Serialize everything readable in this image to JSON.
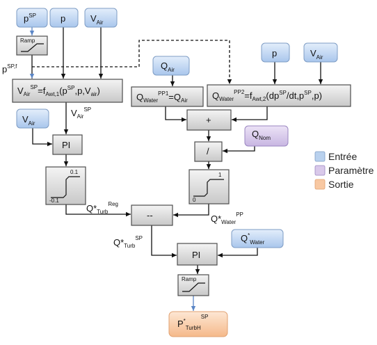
{
  "inputs": {
    "p_sp": {
      "main": "p",
      "sup": "SP"
    },
    "p": "p",
    "v_air": {
      "main": "V",
      "sub": "Air"
    },
    "q_air": {
      "main": "Q",
      "sub": "Air"
    },
    "q_water_star": {
      "main": "Q",
      "sup": "*",
      "sub": "Water"
    }
  },
  "params": {
    "q_nom": {
      "main": "Q",
      "sub": "Nom"
    }
  },
  "outputs": {
    "p_turbh_sp": {
      "main": "P",
      "sup1": "*",
      "sub": "TurbH",
      "sup2": "SP"
    }
  },
  "blocks": {
    "ramp_label": "Ramp",
    "pi_label": "PI",
    "sum_label": "+",
    "div_label": "/",
    "diff_label": "--",
    "sat_left_hi": "0.1",
    "sat_left_lo": "-0.1",
    "sat_right_hi": "1",
    "sat_right_lo": "0"
  },
  "equations": {
    "f_awt1": {
      "a": "V",
      "a_sub": "Air",
      "a_sup": "SP",
      "b": "=f",
      "b_sub": "Awt,1",
      "c": "(p",
      "c_sup": "SP",
      "d": ",p,V",
      "d_sub": "air",
      "e": ")"
    },
    "q_pp1": {
      "a": "Q",
      "a_sub": "Water",
      "a_sup": "PP1",
      "b": "=Q",
      "b_sub": "Air"
    },
    "q_pp2": {
      "a": "Q",
      "a_sub": "Water",
      "a_sup": "PP2",
      "b": "=f",
      "b_sub": "Awt,2",
      "c": "(dp",
      "c_sup": "SP",
      "d": "/dt,p",
      "d_sup": "SP",
      "e": ",p)"
    }
  },
  "signals": {
    "p_sp_f": {
      "main": "p",
      "sup": "SP,f"
    },
    "v_air_sp": {
      "main": "V",
      "sub": "Air",
      "sup": "SP"
    },
    "q_turb_reg": {
      "main": "Q*",
      "sub": "Turb",
      "sup": "Reg"
    },
    "q_water_pp": {
      "main": "Q*",
      "sub": "Water",
      "sup": "PP"
    },
    "q_turb_sp": {
      "main": "Q*",
      "sub": "Turb",
      "sup": "SP"
    }
  },
  "legend": {
    "items": [
      {
        "label": "Entrée",
        "color": "#b9d1ee"
      },
      {
        "label": "Paramètre",
        "color": "#d9c9ea"
      },
      {
        "label": "Sortie",
        "color": "#f8c8a2"
      }
    ]
  }
}
